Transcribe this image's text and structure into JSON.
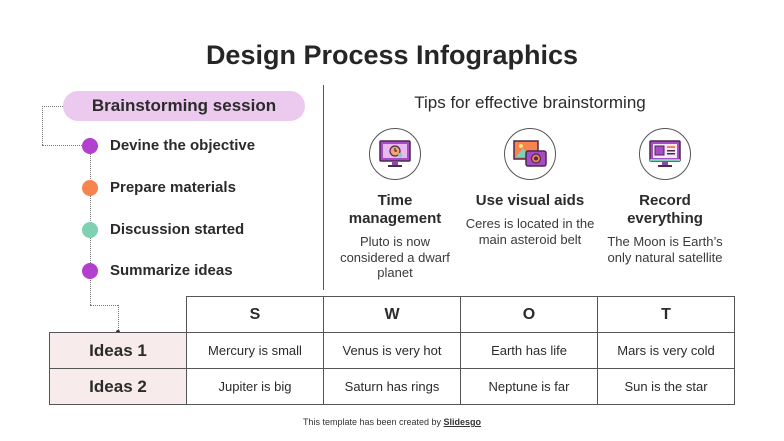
{
  "title": "Design Process Infographics",
  "brainstorm": {
    "label": "Brainstorming session",
    "steps": [
      {
        "label": "Devine the objective",
        "color": "#b23fcf"
      },
      {
        "label": "Prepare materials",
        "color": "#f7834f"
      },
      {
        "label": "Discussion started",
        "color": "#7ed1b3"
      },
      {
        "label": "Summarize ideas",
        "color": "#b23fcf"
      }
    ]
  },
  "tips": {
    "title": "Tips for effective brainstorming",
    "items": [
      {
        "icon": "monitor-clock-icon",
        "heading": "Time management",
        "text": "Pluto is now considered a dwarf planet"
      },
      {
        "icon": "image-camera-icon",
        "heading": "Use visual aids",
        "text": "Ceres is located in the main asteroid belt"
      },
      {
        "icon": "monitor-document-icon",
        "heading": "Record everything",
        "text": "The Moon is Earth’s only natural satellite"
      }
    ]
  },
  "swot": {
    "headers": [
      "S",
      "W",
      "O",
      "T"
    ],
    "rows": [
      {
        "label": "Ideas 1",
        "cells": [
          "Mercury is small",
          "Venus is very hot",
          "Earth has life",
          "Mars is very cold"
        ]
      },
      {
        "label": "Ideas 2",
        "cells": [
          "Jupiter is big",
          "Saturn has rings",
          "Neptune is far",
          "Sun is the star"
        ]
      }
    ]
  },
  "footer": {
    "prefix": "This template has been created by ",
    "brand": "Slidesgo"
  }
}
